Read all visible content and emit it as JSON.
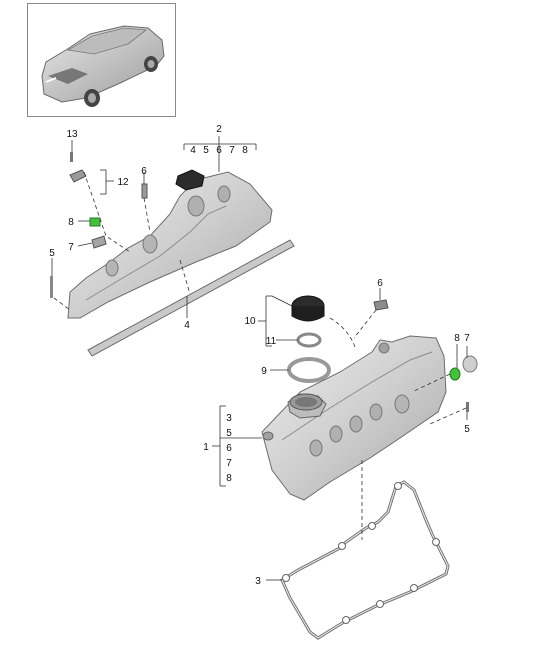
{
  "thumbnail": {
    "icon": "car-suv-icon"
  },
  "colors": {
    "part_fill": "#d7d7d7",
    "part_stroke": "#6d6d6d",
    "highlight": "#41c23a",
    "line": "#333333"
  },
  "labels": {
    "l13": "13",
    "l12": "12",
    "l6a": "6",
    "l8a": "8",
    "l7a": "7",
    "l5a": "5",
    "l2": "2",
    "l2_4": "4",
    "l2_5": "5",
    "l2_6": "6",
    "l2_7": "7",
    "l2_8": "8",
    "l4": "4",
    "l6b": "6",
    "l10": "10",
    "l11": "11",
    "l9": "9",
    "l8b": "8",
    "l7b": "7",
    "l5b": "5",
    "l1": "1",
    "l1_3": "3",
    "l1_5": "5",
    "l1_6": "6",
    "l1_7": "7",
    "l1_8": "8",
    "l3": "3"
  }
}
